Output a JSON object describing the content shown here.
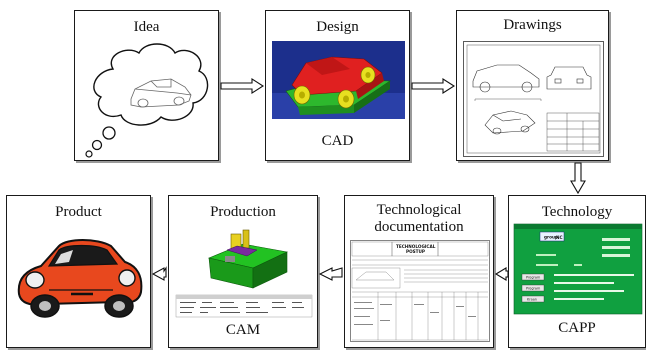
{
  "stages": {
    "idea": {
      "title": "Idea"
    },
    "design": {
      "title": "Design",
      "caption": "CAD"
    },
    "drawings": {
      "title": "Drawings"
    },
    "technology": {
      "title": "Technology",
      "caption": "CAPP",
      "logo_text": "NC",
      "buttons": [
        "Program",
        "Program",
        "Kraan"
      ]
    },
    "tech_docs": {
      "title_line1": "Technological",
      "title_line2": "documentation",
      "doc_heading_1": "TECHNOLOGICAL",
      "doc_heading_2": "POSTUP"
    },
    "production": {
      "title": "Production",
      "caption": "CAM"
    },
    "product": {
      "title": "Product"
    }
  },
  "colors": {
    "cad_body": "#e02020",
    "cad_base": "#2db82d",
    "cad_wheel": "#e8e020",
    "cad_bg": "#1c2f8c",
    "capp_bg": "#10a040",
    "car_body": "#e8481e"
  }
}
